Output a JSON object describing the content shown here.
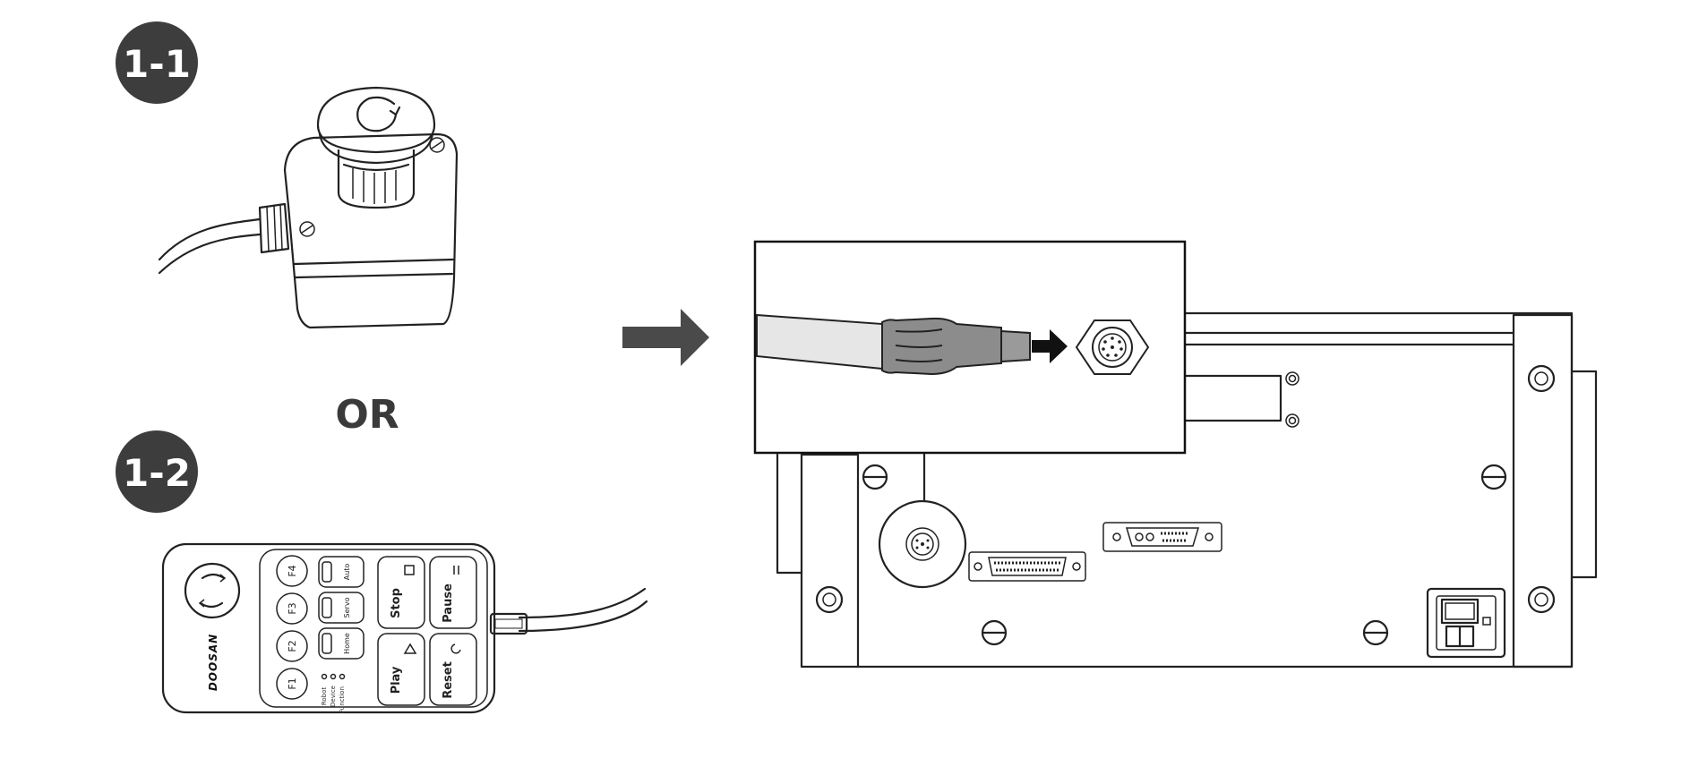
{
  "badges": [
    {
      "id": "step-1-1",
      "label": "1-1"
    },
    {
      "id": "step-1-2",
      "label": "1-2"
    }
  ],
  "or_label": "OR",
  "pendant": {
    "brand": "DOOSAN",
    "function_keys": [
      "F4",
      "F3",
      "F2",
      "F1"
    ],
    "mode_keys": [
      "Auto",
      "Servo",
      "Home"
    ],
    "action_keys": [
      "Stop",
      "Pause",
      "Play",
      "Reset"
    ],
    "led_labels": [
      "Robot",
      "Device",
      "Function"
    ]
  },
  "colors": {
    "badge": "#3d3d3d",
    "arrow": "#4a4a4a",
    "ink": "#222222",
    "cable_fill": "#e6e6e6",
    "connector_fill": "#8c8c8c"
  }
}
